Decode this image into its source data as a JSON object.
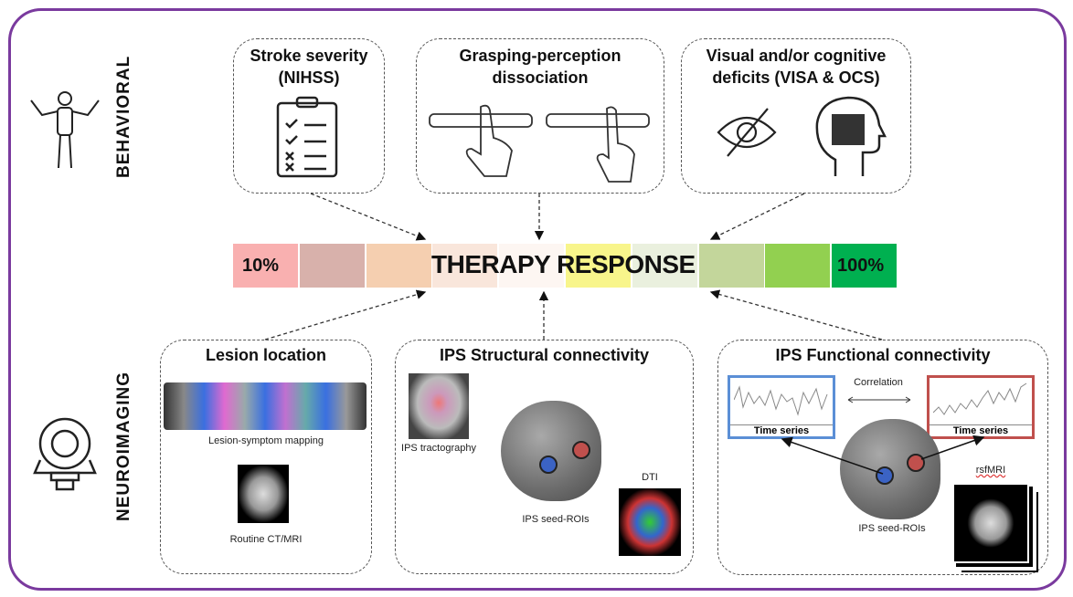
{
  "sections": {
    "behavioral": "BEHAVIORAL",
    "neuroimaging": "NEUROIMAGING"
  },
  "behavioral_boxes": [
    {
      "title": "Stroke severity (NIHSS)",
      "icon": "clipboard-checklist-icon"
    },
    {
      "title": "Grasping-perception dissociation",
      "icon": "hand-grasping-bar-icon"
    },
    {
      "title": "Visual and/or cognitive deficits (VISA & OCS)",
      "icon": "eye-slash-and-head-puzzle-icon"
    }
  ],
  "therapy_bar": {
    "label": "THERAPY RESPONSE",
    "min_label": "10%",
    "max_label": "100%",
    "colors": [
      "#f9b0b0",
      "#d8b1ab",
      "#f5cfb0",
      "#f9e6db",
      "#fdf6f2",
      "#f8f58b",
      "#eaf0de",
      "#c3d69b",
      "#92d050",
      "#00b050"
    ]
  },
  "neuro_boxes": {
    "lesion": {
      "title": "Lesion location",
      "mapping_caption": "Lesion-symptom mapping",
      "scan_caption": "Routine CT/MRI"
    },
    "structural": {
      "title": "IPS Structural connectivity",
      "tract_caption": "IPS tractography",
      "roi_caption": "IPS seed-ROIs",
      "dti_caption": "DTI"
    },
    "functional": {
      "title": "IPS Functional connectivity",
      "correlation": "Correlation",
      "ts_left": "Time series",
      "ts_right": "Time series",
      "roi_caption": "IPS seed-ROIs",
      "rsfmri": "rsfMRI"
    }
  },
  "colors": {
    "frame": "#7a3a9e",
    "roi_blue": "#3b63c4",
    "roi_red": "#c0504d"
  }
}
